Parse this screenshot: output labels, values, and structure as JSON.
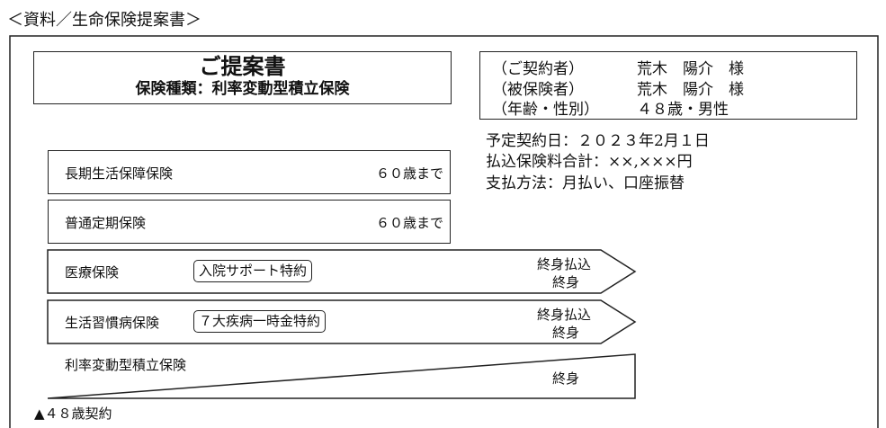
{
  "heading": "＜資料／生命保険提案書＞",
  "title_box": {
    "title": "ご提案書",
    "subtitle": "保険種類：利率変動型積立保険"
  },
  "info_box": {
    "rows": [
      {
        "label": "（ご契約者）",
        "value": "荒木　陽介　様"
      },
      {
        "label": "（被保険者）",
        "value": "荒木　陽介　様"
      },
      {
        "label": "（年齢・性別）",
        "value": "４８歳・男性"
      }
    ]
  },
  "details": [
    "予定契約日：２０２３年2月１日",
    "払込保険料合計：××,×××円",
    "支払方法：月払い、口座振替"
  ],
  "plans": [
    {
      "name": "長期生活保障保険",
      "term": "６０歳まで"
    },
    {
      "name": "普通定期保険",
      "term": "６０歳まで"
    },
    {
      "name": "医療保険",
      "rider": "入院サポート特約",
      "payment": "終身払込",
      "term": "終身"
    },
    {
      "name": "生活習慣病保険",
      "rider": "７大疾病一時金特約",
      "payment": "終身払込",
      "term": "終身"
    },
    {
      "name": "利率変動型積立保険",
      "term": "終身"
    }
  ],
  "contract_marker": "▲４８歳契約"
}
